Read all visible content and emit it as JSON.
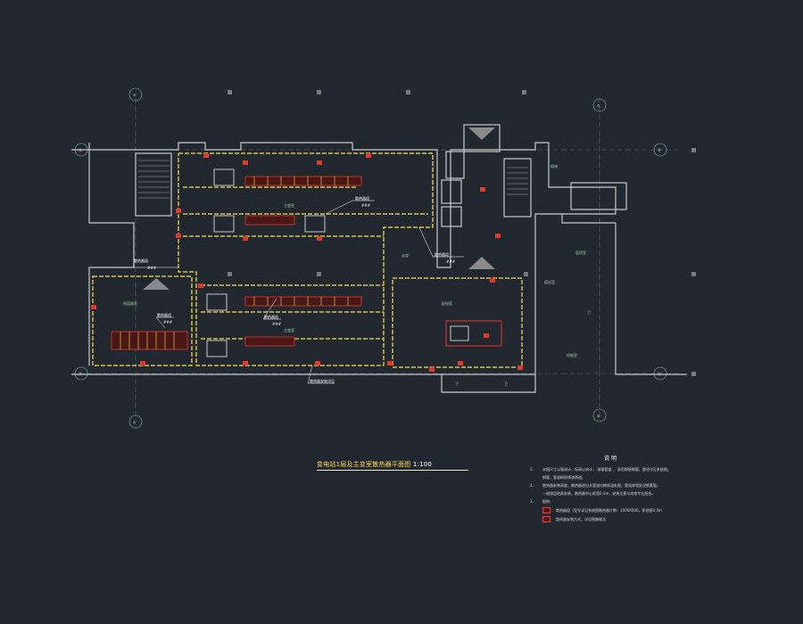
{
  "drawing": {
    "title": "变电站1层及主变室散热器平面图 1:100",
    "title_main": "变电站1层及主变室散热器平面图",
    "title_scale": "1:100",
    "colors": {
      "background": "#212830",
      "wall": "#c9c9c9",
      "duct_yellow": "#ffe14a",
      "equipment_red": "#e23a2a",
      "grid_line": "#6f6f6f",
      "text_green": "#9fd39f"
    }
  },
  "axes": {
    "top": [
      "①",
      "②"
    ],
    "left": [
      "Ⓐ",
      "Ⓑ"
    ],
    "right": [
      "Ⓑ",
      "Ⓐ"
    ],
    "bottom": [
      "①",
      "②"
    ]
  },
  "rooms": [
    {
      "label": "主变室"
    },
    {
      "label": "电容器室"
    },
    {
      "label": "配电室"
    },
    {
      "label": "控制室"
    },
    {
      "label": "楼梯"
    },
    {
      "label": "卫"
    },
    {
      "label": "值班室"
    },
    {
      "label": "走道"
    }
  ],
  "callouts": [
    {
      "label": "散热器组",
      "sub": "###"
    },
    {
      "label": "散热器组",
      "sub": "###"
    },
    {
      "label": "散热器组",
      "sub": "###"
    },
    {
      "label": "散热器组",
      "sub": "###"
    },
    {
      "label": "散热器组",
      "sub": "###"
    },
    {
      "label": "散热器安装详见"
    }
  ],
  "notes": {
    "heading": "说 明",
    "items": [
      {
        "num": "1.",
        "text": "本图尺寸以毫米计，标高以米计；    采暖管道 ，  采用焊接钢管，管径详见系统图。"
      },
      {
        "num": "",
        "text": "钢管，管道刷防锈漆两道。"
      },
      {
        "num": "2.",
        "text": "散热器安装高度，散热器进出水管道均做保温处理，管道穿墙处设钢套管。"
      },
      {
        "num": "",
        "text": "一般楼层地面安装，散热器中心距墙0.1m，安装注意与其他专业配合。"
      },
      {
        "num": "3.",
        "text": "图例:"
      }
    ],
    "legend": [
      {
        "text": "散热器组（型号详见系统图散热器片数）1000X500，距地面0.3m"
      },
      {
        "text": "散热器安装方式，详见图集做法"
      }
    ]
  }
}
